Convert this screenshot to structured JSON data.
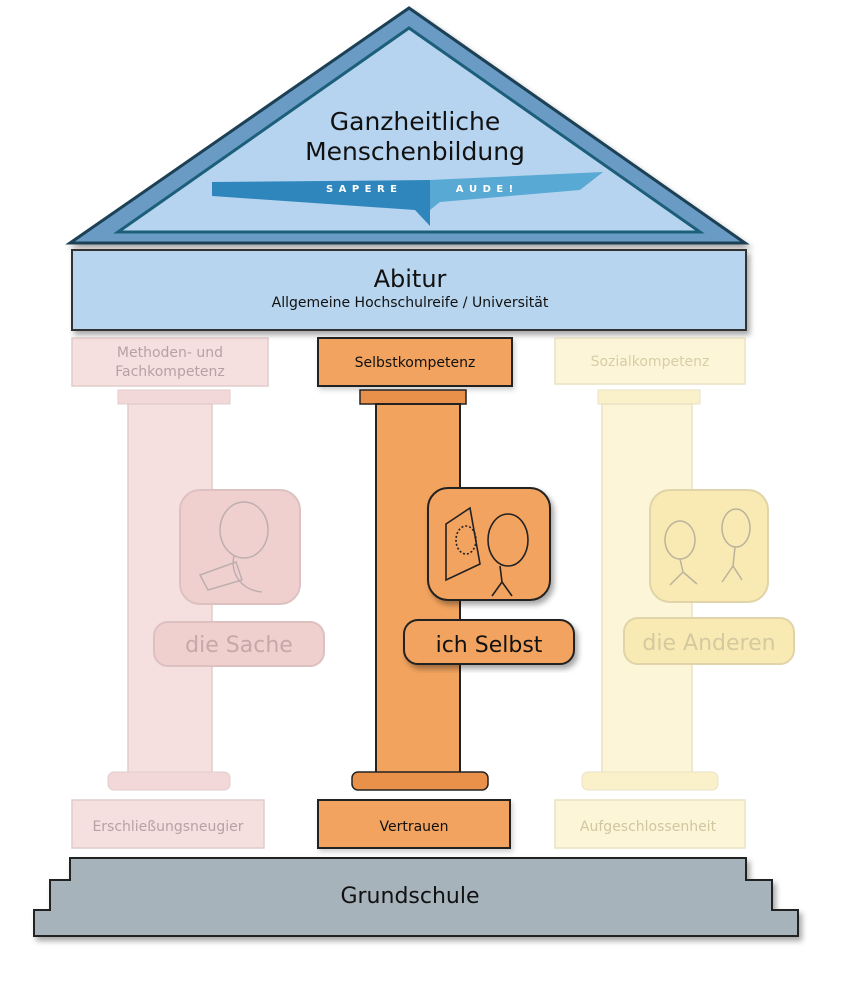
{
  "roof": {
    "title_line1": "Ganzheitliche",
    "title_line2": "Menschenbildung",
    "banner_left": "S A P E R E",
    "banner_right": "A U D E !"
  },
  "architrave": {
    "title": "Abitur",
    "subtitle": "Allgemeine Hochschulreife / Universität"
  },
  "pillars": {
    "left": {
      "capital_line1": "Methoden- und",
      "capital_line2": "Fachkompetenz",
      "badge": "die Sache",
      "base": "Erschließungsneugier",
      "icon": "person-reading-icon"
    },
    "center": {
      "capital": "Selbstkompetenz",
      "badge": "ich Selbst",
      "base": "Vertrauen",
      "icon": "person-mirror-icon"
    },
    "right": {
      "capital": "Sozialkompetenz",
      "badge": "die Anderen",
      "base": "Aufgeschlossenheit",
      "icon": "two-people-icon"
    }
  },
  "foundation": {
    "label": "Grundschule"
  },
  "colors": {
    "roof_fill": "#b6d4ef",
    "roof_stroke": "#1f5f7a",
    "banner": "#2f86bd",
    "architrave": "#b8d5ef",
    "left_pillar": "#eec5c5",
    "center_pillar": "#f2a35e",
    "right_pillar": "#fbefbe",
    "foundation": "#a7b3bb"
  }
}
